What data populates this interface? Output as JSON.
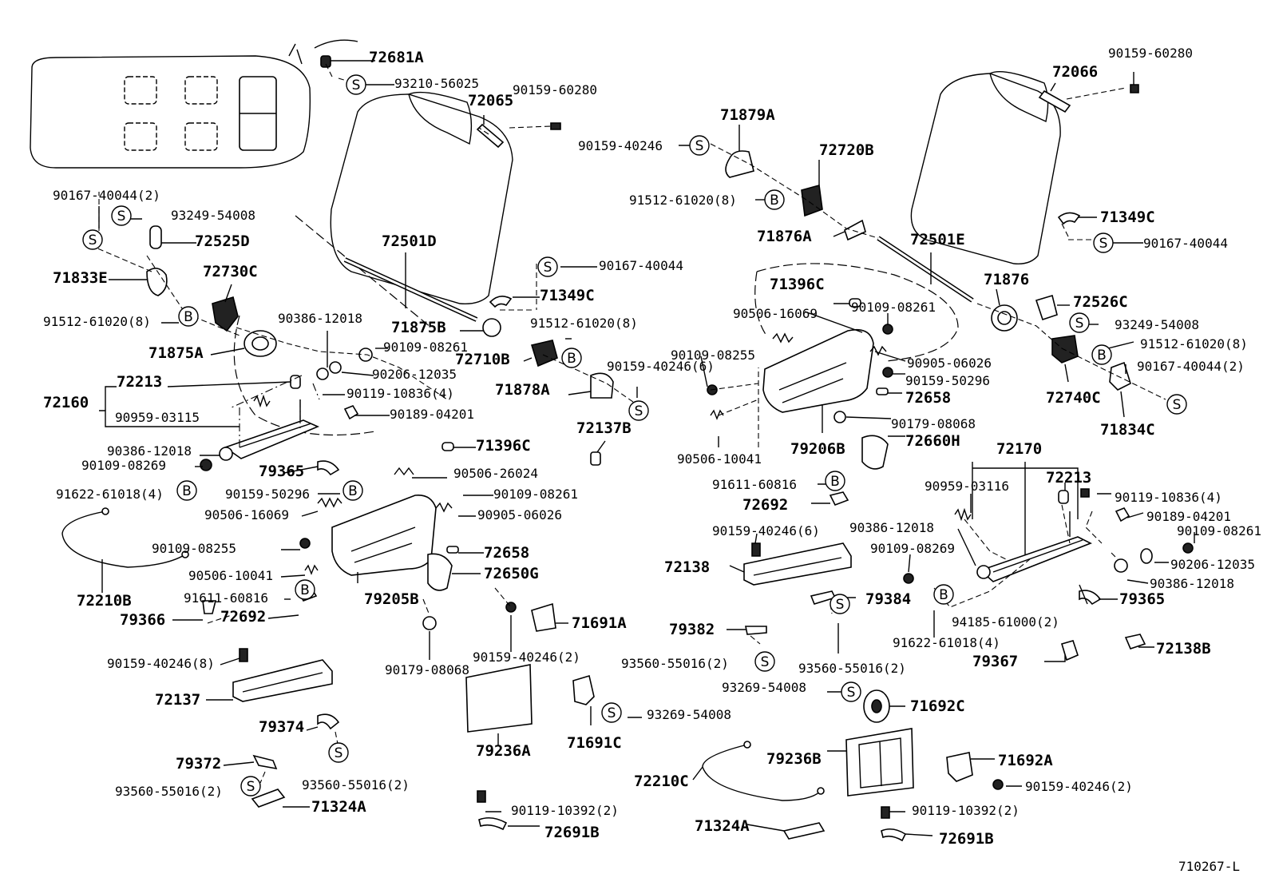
{
  "diagram_id": "710267-L",
  "circle_letters": {
    "S": "S",
    "B": "B"
  },
  "labels": [
    {
      "id": "l1",
      "text": "72681A",
      "big": true
    },
    {
      "id": "l2",
      "text": "93210-56025"
    },
    {
      "id": "l3",
      "text": "72065",
      "big": true
    },
    {
      "id": "l4",
      "text": "90159-60280"
    },
    {
      "id": "l5",
      "text": "90167-40044(2)"
    },
    {
      "id": "l6",
      "text": "93249-54008"
    },
    {
      "id": "l7",
      "text": "72525D",
      "big": true
    },
    {
      "id": "l8",
      "text": "72501D",
      "big": true
    },
    {
      "id": "l9",
      "text": "71833E",
      "big": true
    },
    {
      "id": "l10",
      "text": "72730C",
      "big": true
    },
    {
      "id": "l11",
      "text": "90167-40044"
    },
    {
      "id": "l12",
      "text": "71349C",
      "big": true
    },
    {
      "id": "l13",
      "text": "91512-61020(8)"
    },
    {
      "id": "l14",
      "text": "90386-12018"
    },
    {
      "id": "l15",
      "text": "90109-08261"
    },
    {
      "id": "l16",
      "text": "71875B",
      "big": true
    },
    {
      "id": "l17",
      "text": "91512-61020(8)"
    },
    {
      "id": "l18",
      "text": "71875A",
      "big": true
    },
    {
      "id": "l19",
      "text": "90206-12035"
    },
    {
      "id": "l20",
      "text": "72710B",
      "big": true
    },
    {
      "id": "l21",
      "text": "90159-40246(6)"
    },
    {
      "id": "l22",
      "text": "72213",
      "big": true
    },
    {
      "id": "l23",
      "text": "90119-10836(4)"
    },
    {
      "id": "l24",
      "text": "71878A",
      "big": true
    },
    {
      "id": "l25",
      "text": "72160",
      "big": true
    },
    {
      "id": "l26",
      "text": "90189-04201"
    },
    {
      "id": "l27",
      "text": "90959-03115"
    },
    {
      "id": "l28",
      "text": "72137B",
      "big": true
    },
    {
      "id": "l29",
      "text": "71396C",
      "big": true
    },
    {
      "id": "l30",
      "text": "90386-12018"
    },
    {
      "id": "l31",
      "text": "90109-08269"
    },
    {
      "id": "l32",
      "text": "79365",
      "big": true
    },
    {
      "id": "l33",
      "text": "90506-26024"
    },
    {
      "id": "l34",
      "text": "91622-61018(4)"
    },
    {
      "id": "l35",
      "text": "90159-50296"
    },
    {
      "id": "l36",
      "text": "90109-08261"
    },
    {
      "id": "l37",
      "text": "90506-16069"
    },
    {
      "id": "l38",
      "text": "90905-06026"
    },
    {
      "id": "l39",
      "text": "90109-08255"
    },
    {
      "id": "l40",
      "text": "72658",
      "big": true
    },
    {
      "id": "l41",
      "text": "90506-10041"
    },
    {
      "id": "l42",
      "text": "72650G",
      "big": true
    },
    {
      "id": "l43",
      "text": "72210B",
      "big": true
    },
    {
      "id": "l44",
      "text": "91611-60816"
    },
    {
      "id": "l45",
      "text": "79205B",
      "big": true
    },
    {
      "id": "l46",
      "text": "79366",
      "big": true
    },
    {
      "id": "l47",
      "text": "72692",
      "big": true
    },
    {
      "id": "l48",
      "text": "71691A",
      "big": true
    },
    {
      "id": "l49",
      "text": "90159-40246(8)"
    },
    {
      "id": "l50",
      "text": "90159-40246(2)"
    },
    {
      "id": "l51",
      "text": "90179-08068"
    },
    {
      "id": "l52",
      "text": "72137",
      "big": true
    },
    {
      "id": "l53",
      "text": "93269-54008"
    },
    {
      "id": "l54",
      "text": "79374",
      "big": true
    },
    {
      "id": "l55",
      "text": "79236A",
      "big": true
    },
    {
      "id": "l56",
      "text": "71691C",
      "big": true
    },
    {
      "id": "l57",
      "text": "79372",
      "big": true
    },
    {
      "id": "l58",
      "text": "93560-55016(2)"
    },
    {
      "id": "l59",
      "text": "93560-55016(2)"
    },
    {
      "id": "l60",
      "text": "71324A",
      "big": true
    },
    {
      "id": "l61",
      "text": "90119-10392(2)"
    },
    {
      "id": "l62",
      "text": "72691B",
      "big": true
    },
    {
      "id": "l63",
      "text": "90159-60280"
    },
    {
      "id": "l64",
      "text": "72066",
      "big": true
    },
    {
      "id": "l65",
      "text": "71879A",
      "big": true
    },
    {
      "id": "l66",
      "text": "90159-40246"
    },
    {
      "id": "l67",
      "text": "72720B",
      "big": true
    },
    {
      "id": "l68",
      "text": "91512-61020(8)"
    },
    {
      "id": "l69",
      "text": "71349C",
      "big": true
    },
    {
      "id": "l70",
      "text": "71876A",
      "big": true
    },
    {
      "id": "l71",
      "text": "72501E",
      "big": true
    },
    {
      "id": "l72",
      "text": "90167-40044"
    },
    {
      "id": "l73",
      "text": "71396C",
      "big": true
    },
    {
      "id": "l74",
      "text": "71876",
      "big": true
    },
    {
      "id": "l75",
      "text": "90506-16069"
    },
    {
      "id": "l76",
      "text": "90109-08261"
    },
    {
      "id": "l77",
      "text": "72526C",
      "big": true
    },
    {
      "id": "l78",
      "text": "93249-54008"
    },
    {
      "id": "l79",
      "text": "90109-08255"
    },
    {
      "id": "l80",
      "text": "90905-06026"
    },
    {
      "id": "l81",
      "text": "91512-61020(8)"
    },
    {
      "id": "l82",
      "text": "90159-50296"
    },
    {
      "id": "l83",
      "text": "90167-40044(2)"
    },
    {
      "id": "l84",
      "text": "72658",
      "big": true
    },
    {
      "id": "l85",
      "text": "72740C",
      "big": true
    },
    {
      "id": "l86",
      "text": "90179-08068"
    },
    {
      "id": "l87",
      "text": "71834C",
      "big": true
    },
    {
      "id": "l88",
      "text": "72660H",
      "big": true
    },
    {
      "id": "l89",
      "text": "79206B",
      "big": true
    },
    {
      "id": "l90",
      "text": "72170",
      "big": true
    },
    {
      "id": "l91",
      "text": "90506-10041"
    },
    {
      "id": "l92",
      "text": "72213",
      "big": true
    },
    {
      "id": "l93",
      "text": "91611-60816"
    },
    {
      "id": "l94",
      "text": "90959-03116"
    },
    {
      "id": "l95",
      "text": "90119-10836(4)"
    },
    {
      "id": "l96",
      "text": "72692",
      "big": true
    },
    {
      "id": "l97",
      "text": "90189-04201"
    },
    {
      "id": "l98",
      "text": "90386-12018"
    },
    {
      "id": "l99",
      "text": "90109-08261"
    },
    {
      "id": "l100",
      "text": "90159-40246(6)"
    },
    {
      "id": "l101",
      "text": "90109-08269"
    },
    {
      "id": "l102",
      "text": "90206-12035"
    },
    {
      "id": "l103",
      "text": "90386-12018"
    },
    {
      "id": "l104",
      "text": "72138",
      "big": true
    },
    {
      "id": "l105",
      "text": "79384",
      "big": true
    },
    {
      "id": "l106",
      "text": "79365",
      "big": true
    },
    {
      "id": "l107",
      "text": "94185-61000(2)"
    },
    {
      "id": "l108",
      "text": "79382",
      "big": true
    },
    {
      "id": "l109",
      "text": "91622-61018(4)"
    },
    {
      "id": "l110",
      "text": "72138B",
      "big": true
    },
    {
      "id": "l111",
      "text": "93560-55016(2)"
    },
    {
      "id": "l112",
      "text": "93560-55016(2)"
    },
    {
      "id": "l113",
      "text": "79367",
      "big": true
    },
    {
      "id": "l114",
      "text": "93269-54008"
    },
    {
      "id": "l115",
      "text": "71692C",
      "big": true
    },
    {
      "id": "l116",
      "text": "79236B",
      "big": true
    },
    {
      "id": "l117",
      "text": "71692A",
      "big": true
    },
    {
      "id": "l118",
      "text": "72210C",
      "big": true
    },
    {
      "id": "l119",
      "text": "90159-40246(2)"
    },
    {
      "id": "l120",
      "text": "90119-10392(2)"
    },
    {
      "id": "l121",
      "text": "71324A",
      "big": true
    },
    {
      "id": "l122",
      "text": "72691B",
      "big": true
    },
    {
      "id": "l123",
      "text": "710267-L"
    }
  ]
}
